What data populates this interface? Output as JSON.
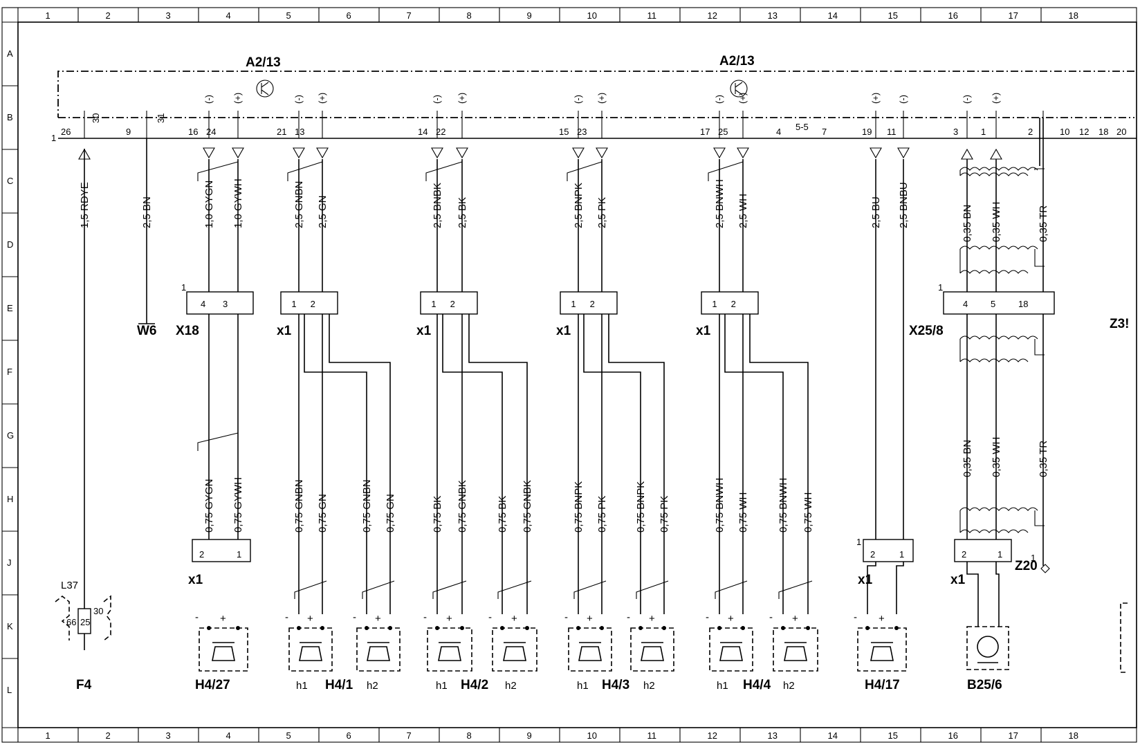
{
  "grid": {
    "columns": [
      "1",
      "2",
      "3",
      "4",
      "5",
      "6",
      "7",
      "8",
      "9",
      "10",
      "11",
      "12",
      "13",
      "14",
      "15",
      "16",
      "17",
      "18"
    ],
    "rows": [
      "A",
      "B",
      "C",
      "D",
      "E",
      "F",
      "G",
      "H",
      "J",
      "K",
      "L"
    ]
  },
  "a213_left": "A2/13",
  "a213_right": "A2/13",
  "top_bus": {
    "pin_1": "1",
    "header_pins": [
      "26",
      "30",
      "9",
      "31",
      "16",
      "24",
      "21",
      "13",
      "14",
      "22",
      "15",
      "23",
      "17",
      "25",
      "4",
      "7",
      "19",
      "11",
      "3",
      "1",
      "2",
      "10",
      "12",
      "18",
      "20"
    ],
    "polarity_labels": [
      "(-)",
      "(+)",
      "(-)",
      "(+)",
      "(-)",
      "(+)",
      "(-)",
      "(+)",
      "(-)",
      "(+)",
      "(+)",
      "(-)",
      "(-)",
      "(+)"
    ],
    "link_symbol": "5-5"
  },
  "upper_wires": [
    {
      "label": "1,5 RDYE"
    },
    {
      "label": "2,5 BN"
    },
    {
      "label": "1,0 GYGN"
    },
    {
      "label": "1,0 GYWH"
    },
    {
      "label": "2,5 GNBN"
    },
    {
      "label": "2,5 GN"
    },
    {
      "label": "2,5 BNBK"
    },
    {
      "label": "2,5 BK"
    },
    {
      "label": "2,5 BNPK"
    },
    {
      "label": "2,5 PK"
    },
    {
      "label": "2,5 BNWH"
    },
    {
      "label": "2,5 WH"
    },
    {
      "label": "2,5 BU"
    },
    {
      "label": "2,5 BNBU"
    },
    {
      "label": "0,35 BN"
    },
    {
      "label": "0,35 WH"
    },
    {
      "label": "0,35 TR"
    }
  ],
  "lower_wires": [
    {
      "label": "0,75 GYGN"
    },
    {
      "label": "0,75 GYWH"
    },
    {
      "label": "0,75 GNBN"
    },
    {
      "label": "0,75 GN"
    },
    {
      "label": "0,75 GNBN"
    },
    {
      "label": "0,75 GN"
    },
    {
      "label": "0,75 BK"
    },
    {
      "label": "0,75 GNBK"
    },
    {
      "label": "0,75 BK"
    },
    {
      "label": "0,75 GNBK"
    },
    {
      "label": "0,75 BNPK"
    },
    {
      "label": "0,75 PK"
    },
    {
      "label": "0,75 BNPK"
    },
    {
      "label": "0,75 PK"
    },
    {
      "label": "0,75 BNWH"
    },
    {
      "label": "0,75 WH"
    },
    {
      "label": "0,75 BNWH"
    },
    {
      "label": "0,75 WH"
    },
    {
      "label": "0,35 BN"
    },
    {
      "label": "0,35 WH"
    },
    {
      "label": "0,35 TR"
    }
  ],
  "connectors_mid": [
    {
      "name": "X18",
      "pins": [
        "4",
        "3"
      ],
      "one": "1"
    },
    {
      "name": "x1",
      "pins": [
        "1",
        "2"
      ],
      "one": ""
    },
    {
      "name": "x1",
      "pins": [
        "1",
        "2"
      ],
      "one": ""
    },
    {
      "name": "x1",
      "pins": [
        "1",
        "2"
      ],
      "one": ""
    },
    {
      "name": "x1",
      "pins": [
        "1",
        "2"
      ],
      "one": ""
    },
    {
      "name": "X25/8",
      "pins": [
        "4",
        "5",
        "18"
      ],
      "one": "1"
    }
  ],
  "w6": "W6",
  "z35": "Z3!",
  "connectors_low": [
    {
      "name": "x1",
      "pins": [
        "2",
        "1"
      ],
      "one": ""
    },
    {
      "name": "x1",
      "pins": [
        "2",
        "1"
      ],
      "one": "1"
    },
    {
      "name": "x1",
      "pins": [
        "2",
        "1"
      ],
      "one": ""
    }
  ],
  "z20": {
    "name": "Z20",
    "pin": "1"
  },
  "fuse": {
    "name": "F4",
    "tag": "L37",
    "pins": [
      "66",
      "25",
      "30"
    ]
  },
  "speakers": {
    "plus": "+",
    "minus": "-",
    "h1": "h1",
    "h2": "h2",
    "names": [
      "H4/27",
      "H4/1",
      "H4/2",
      "H4/3",
      "H4/4",
      "H4/17",
      "B25/6"
    ]
  }
}
